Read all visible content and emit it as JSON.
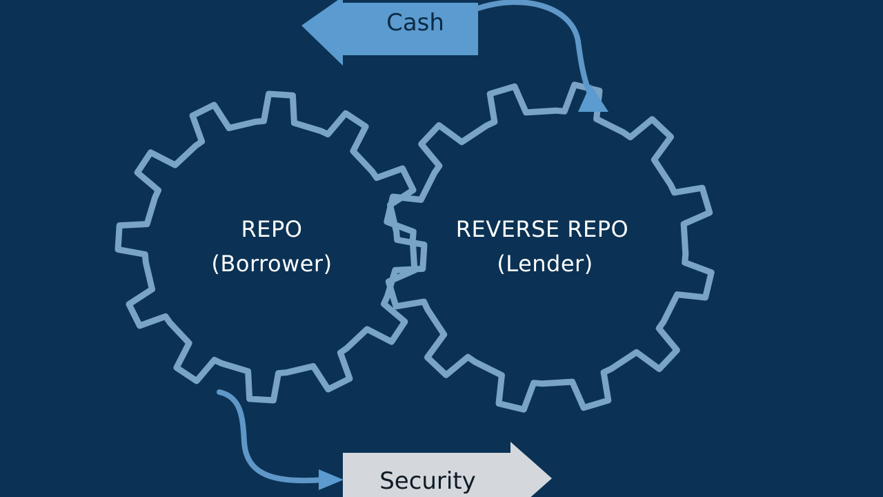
{
  "colors": {
    "background": "#0b3254",
    "gear_stroke": "#7aa4c6",
    "cash_arrow": "#5b9bcf",
    "cash_text": "#0b2a45",
    "security_arrow": "#d4d8dc",
    "security_text": "#0f1a24",
    "connector": "#5f97c8",
    "gear_text": "#ffffff"
  },
  "gears": {
    "left": {
      "line1": "REPO",
      "line2": "(Borrower)"
    },
    "right": {
      "line1": "REVERSE REPO",
      "line2": "(Lender)"
    }
  },
  "arrows": {
    "cash": {
      "label": "Cash",
      "direction": "left"
    },
    "security": {
      "label": "Security",
      "direction": "right"
    }
  }
}
